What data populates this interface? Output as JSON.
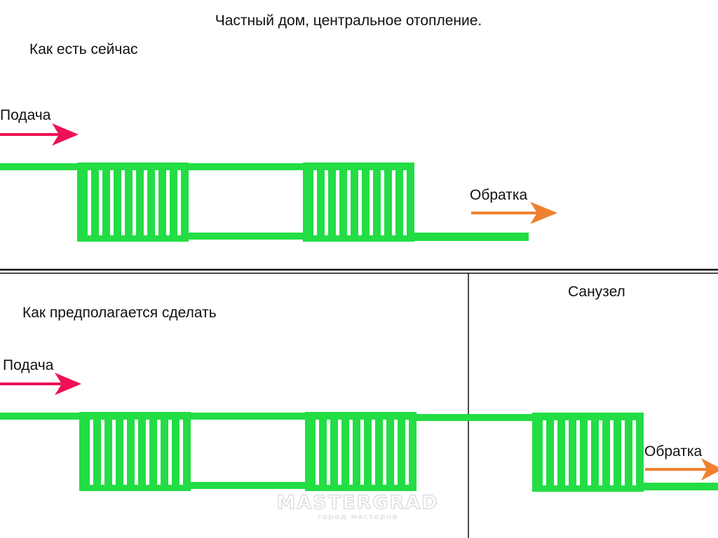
{
  "title": "Частный дом, центральное отопление.",
  "current": {
    "label": "Как есть сейчас",
    "supply_label": "Подача",
    "return_label": "Обратка"
  },
  "planned": {
    "label": "Как предполагается сделать",
    "supply_label": "Подача",
    "return_label": "Обратка",
    "bathroom_label": "Санузел"
  },
  "watermark": {
    "main": "MASTERGRAD",
    "sub": "город мастеров"
  },
  "colors": {
    "pipe": "#22dd44",
    "supply_arrow": "#ee1155",
    "return_arrow": "#f08030",
    "divider": "#111111"
  }
}
